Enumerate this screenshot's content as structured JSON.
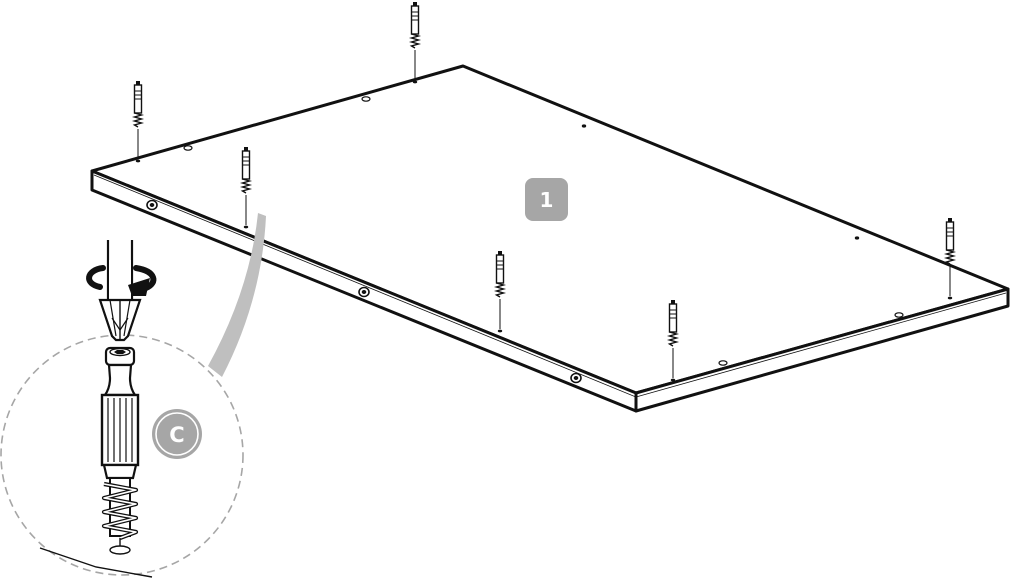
{
  "diagram": {
    "panel_label": "1",
    "detail_label": "C",
    "colors": {
      "line": "#111111",
      "panel_fill": "#ffffff",
      "badge_fill": "#a6a6a6",
      "dashed_circle": "#a6a6a6",
      "callout": "#bfbfbf"
    },
    "icons": [
      "cam-bolt-icon",
      "screwdriver-icon",
      "rotate-arrow-icon"
    ],
    "bolt_count": 7
  }
}
